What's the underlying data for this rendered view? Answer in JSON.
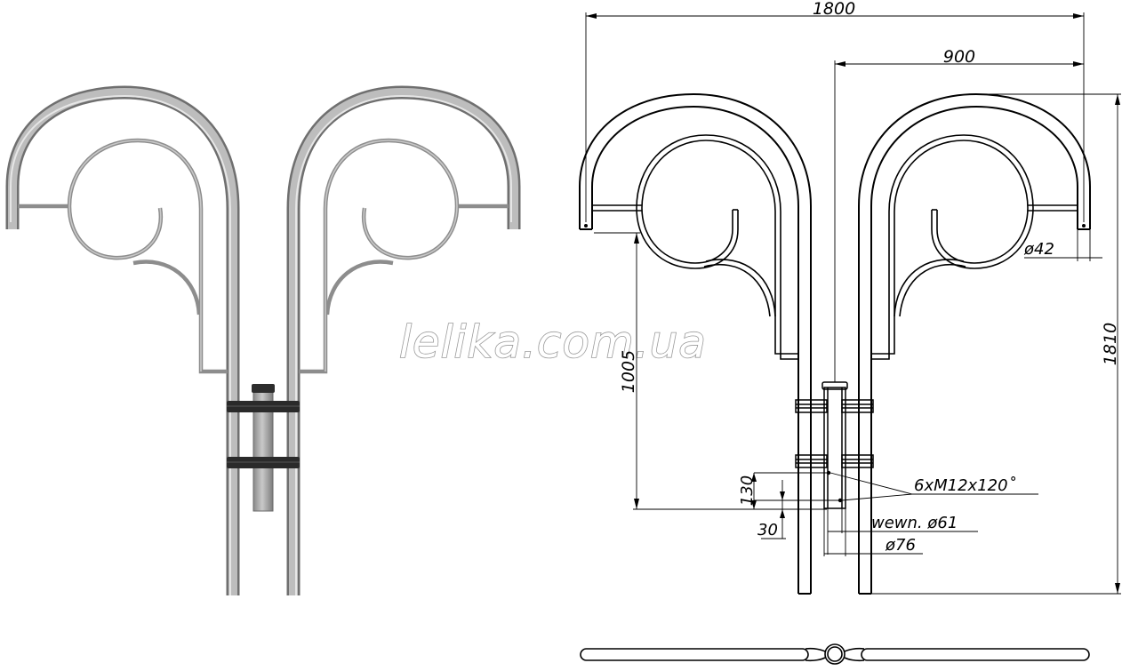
{
  "drawing": {
    "watermark": "lelika.com.ua",
    "dimensions": {
      "overall_width": "1800",
      "half_width": "900",
      "total_height": "1810",
      "lower_height": "1005",
      "tube_diameter": "ø42",
      "bolts": "6xM12x120˚",
      "bolt_spacing": "130",
      "bolt_offset": "30",
      "inner_diameter": "wewn.  ø61",
      "outer_diameter": "ø76"
    }
  }
}
